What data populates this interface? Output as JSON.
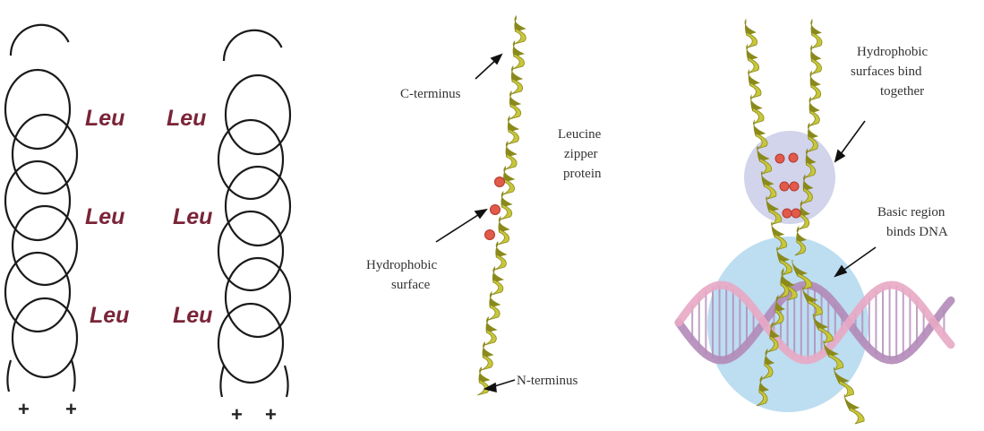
{
  "panel_left": {
    "leu_label": "Leu",
    "charge_symbol": "+"
  },
  "panel_middle": {
    "c_terminus": "C-terminus",
    "protein_line1": "Leucine",
    "protein_line2": "zipper",
    "protein_line3": "protein",
    "hydrophobic_line1": "Hydrophobic",
    "hydrophobic_line2": "surface",
    "n_terminus": "N-terminus"
  },
  "panel_right": {
    "bind_line1": "Hydrophobic",
    "bind_line2": "surfaces bind",
    "bind_line3": "together",
    "dna_line1": "Basic region",
    "dna_line2": "binds DNA"
  },
  "colors": {
    "coil_stroke": "#1a1a1a",
    "leu_text": "#7a2438",
    "helix_ribbon": "#c8c63a",
    "helix_dark": "#8a8a1c",
    "residue_red": "#e25a4a",
    "dna_pink": "#e8a8c4",
    "dna_mauve": "#b28ab8",
    "blob_lavender": "#c9cde8",
    "blob_sky": "#b6d9ef",
    "arrow": "#111111"
  }
}
